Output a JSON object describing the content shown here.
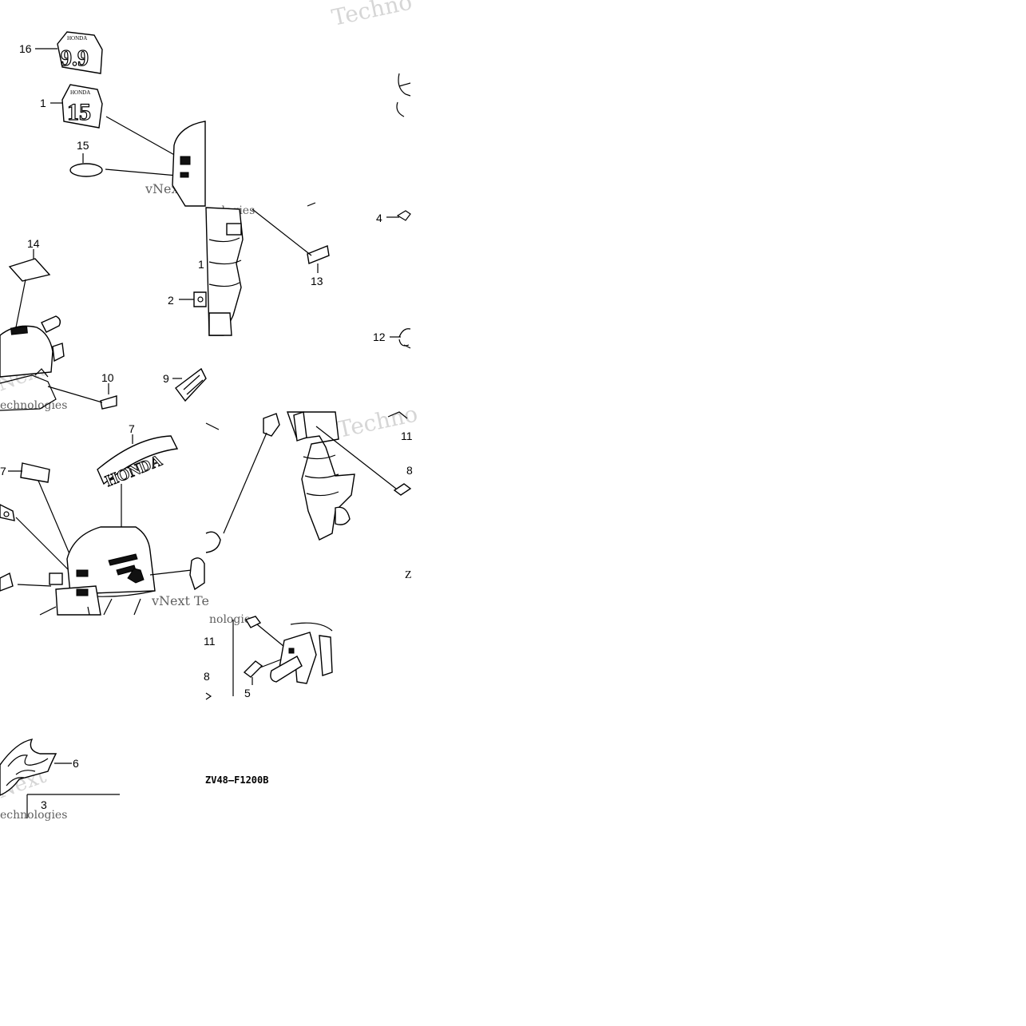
{
  "callouts": {
    "c1": "1",
    "c2": "2",
    "c3": "3",
    "c4": "4",
    "c5": "5",
    "c6": "6",
    "c7a": "7",
    "c7b": "7",
    "c8": "8",
    "c9": "9",
    "c10": "10",
    "c11a": "11",
    "c11b": "11",
    "c11c": "1",
    "c12": "12",
    "c13": "13",
    "c14": "14",
    "c15": "15",
    "c16": "16",
    "c18": "8",
    "cz": "Z"
  },
  "decals": {
    "honda_small": "HONDA",
    "honda_large": "HONDA",
    "num_99": "9.9",
    "num_15": "15"
  },
  "diagram_code": "ZV48—F1200B",
  "watermarks": {
    "w1": "Techno",
    "w2": "vNext Te",
    "w3": "nologies",
    "w4": "Next",
    "w5": "echnologies",
    "w6": "Techno",
    "w7": "vNext Te",
    "w8": "nologies",
    "w9": "Next",
    "w10": "echnologies"
  }
}
